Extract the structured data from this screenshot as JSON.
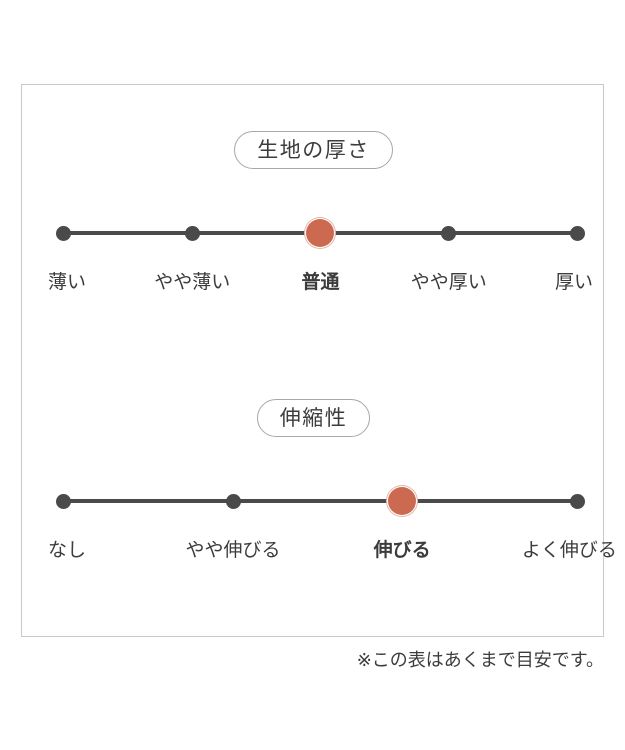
{
  "accent_color": "#cc6a51",
  "track_color": "#4a4a4a",
  "frame_color": "#c9c9c9",
  "chart_data": {
    "type": "table",
    "title": "",
    "scales": [
      {
        "name": "生地の厚さ",
        "categories": [
          "薄い",
          "やや薄い",
          "普通",
          "やや厚い",
          "厚い"
        ],
        "selected_index": 2,
        "selected_label": "普通",
        "positions_pct": [
          7.2,
          29.2,
          51.2,
          73.2,
          95.2
        ]
      },
      {
        "name": "伸縮性",
        "categories": [
          "なし",
          "やや伸びる",
          "伸びる",
          "よく伸びる"
        ],
        "selected_index": 2,
        "selected_label": "伸びる",
        "positions_pct": [
          7.2,
          36.2,
          65.2,
          95.2
        ]
      }
    ]
  },
  "sections": [
    {
      "badge": "生地の厚さ",
      "points": [
        {
          "label": "薄い",
          "active": false,
          "pos": 7.2
        },
        {
          "label": "やや薄い",
          "active": false,
          "pos": 29.2
        },
        {
          "label": "普通",
          "active": true,
          "pos": 51.2
        },
        {
          "label": "やや厚い",
          "active": false,
          "pos": 73.2
        },
        {
          "label": "厚い",
          "active": false,
          "pos": 95.2
        }
      ]
    },
    {
      "badge": "伸縮性",
      "points": [
        {
          "label": "なし",
          "active": false,
          "pos": 7.2
        },
        {
          "label": "やや伸びる",
          "active": false,
          "pos": 36.2
        },
        {
          "label": "伸びる",
          "active": true,
          "pos": 65.2
        },
        {
          "label": "よく伸びる",
          "active": false,
          "pos": 95.2
        }
      ]
    }
  ],
  "footnote": "※この表はあくまで目安です。"
}
